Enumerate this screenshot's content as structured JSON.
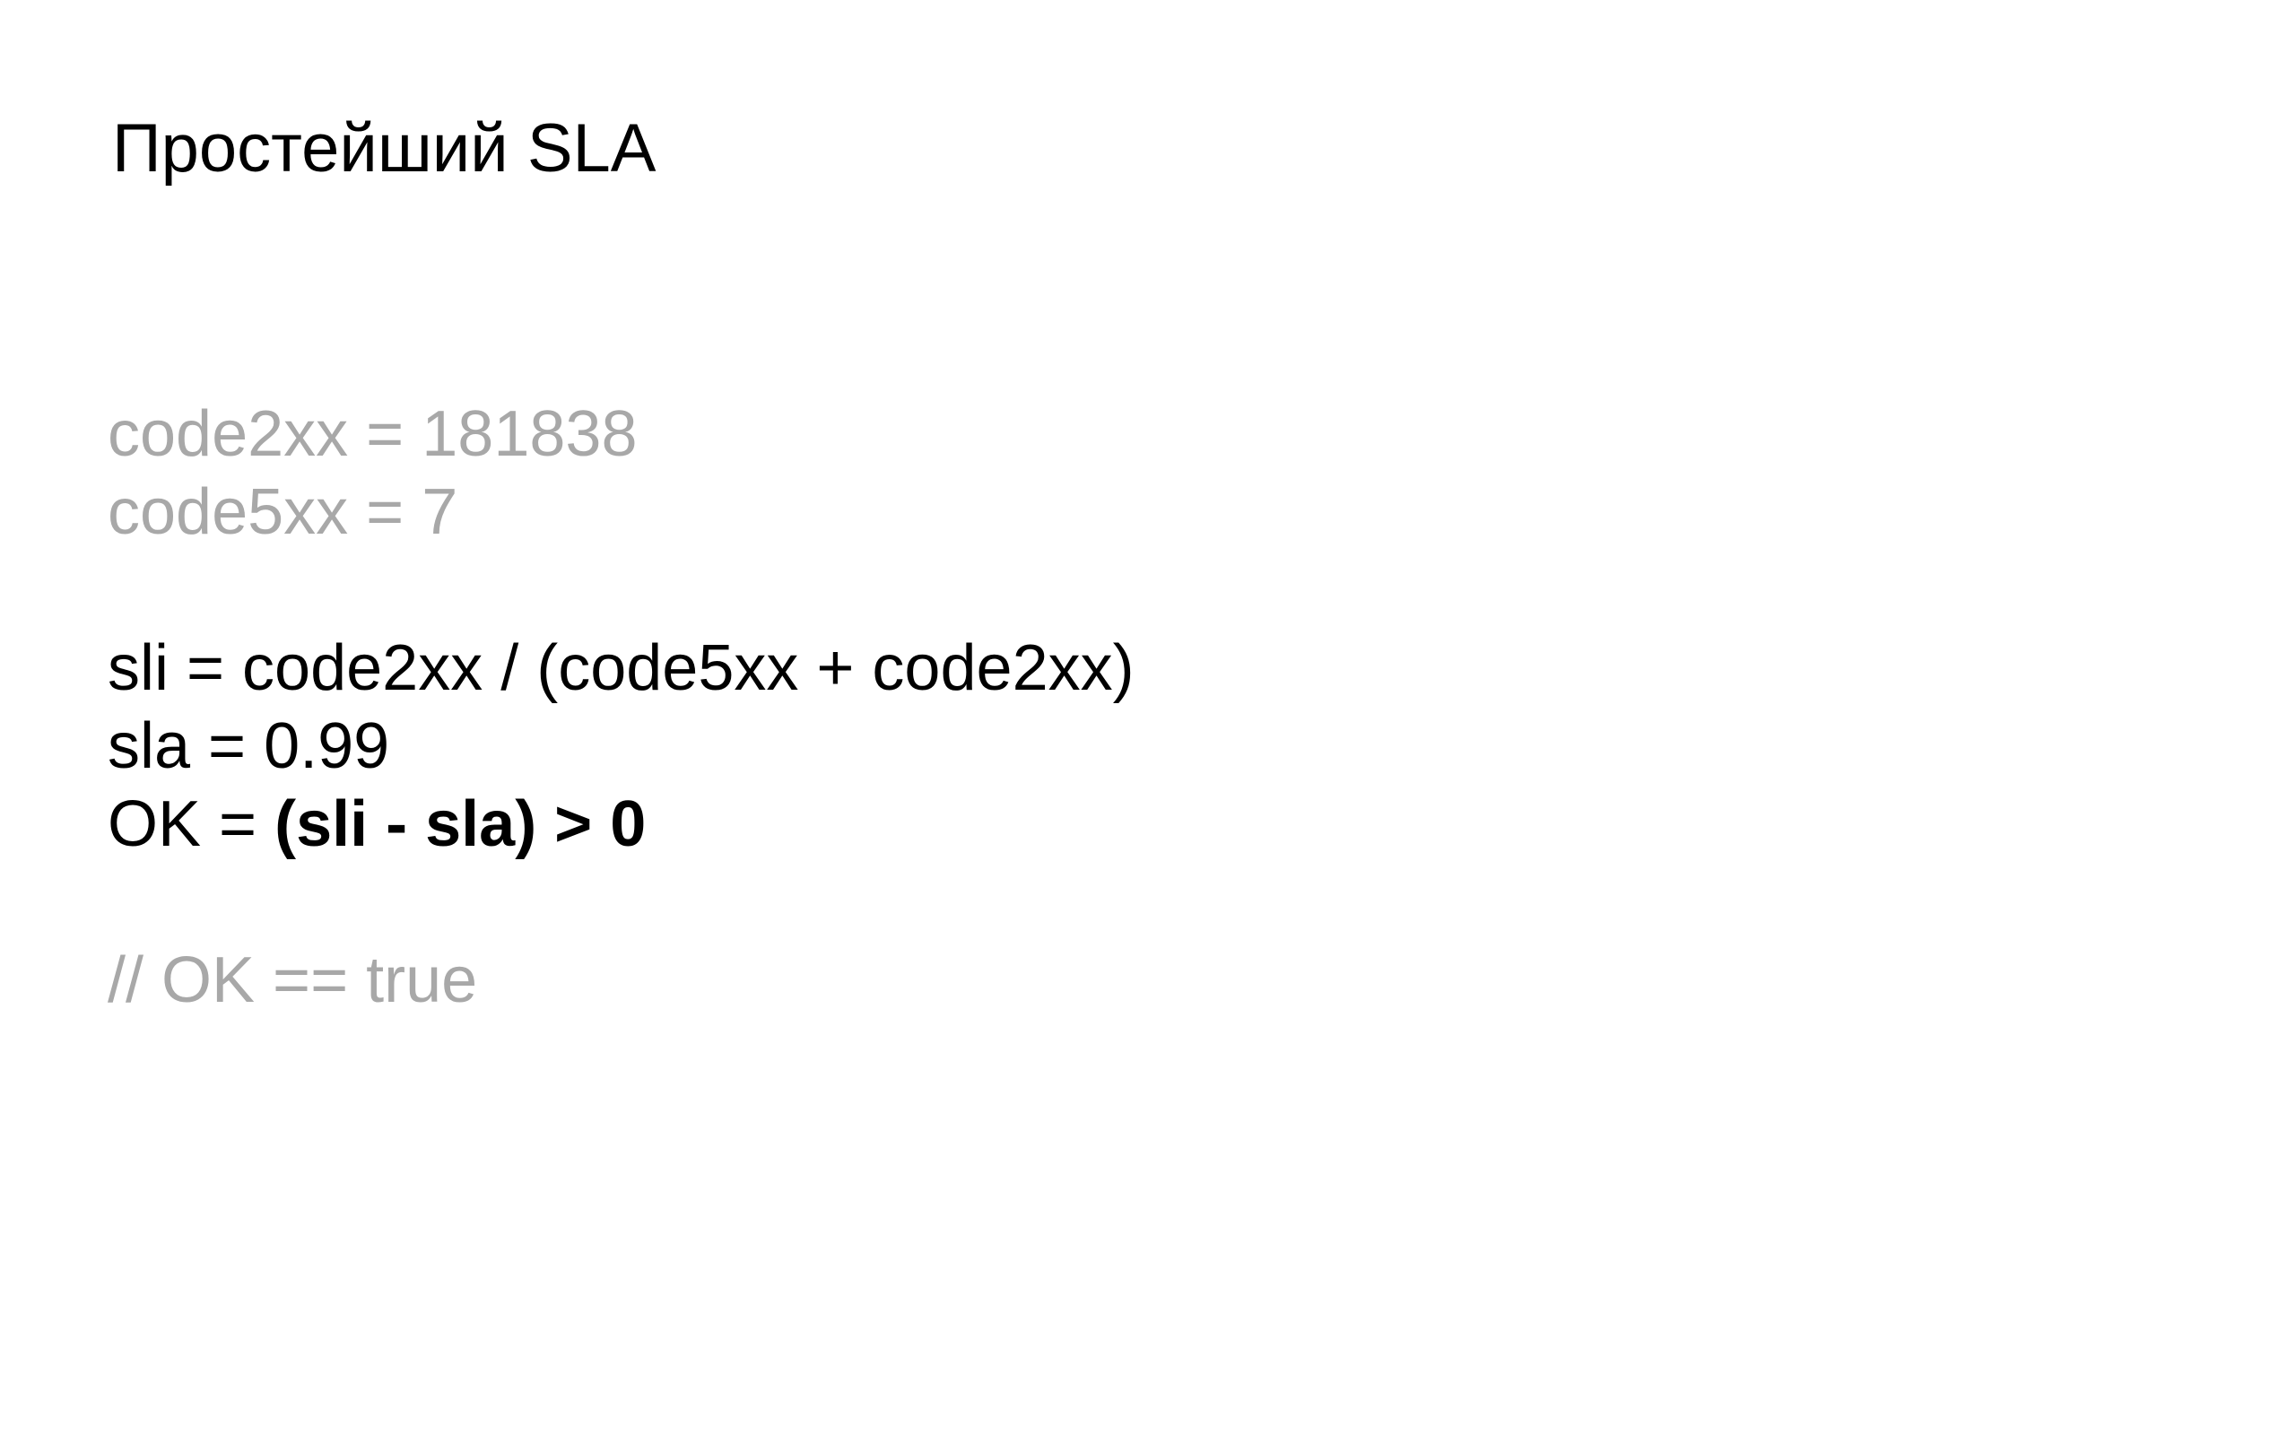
{
  "slide": {
    "title": "Простейший SLA",
    "lines": {
      "code2xx": "code2xx = 181838",
      "code5xx": "code5xx = 7",
      "sli": "sli = code2xx / (code5xx + code2xx)",
      "sla": "sla = 0.99",
      "ok_prefix": "OK = ",
      "ok_expression": "(sli - sla) > 0",
      "comment": "// OK == true"
    },
    "colors": {
      "muted_text": "#a8a8a8",
      "main_text": "#000000",
      "background": "#ffffff"
    }
  }
}
